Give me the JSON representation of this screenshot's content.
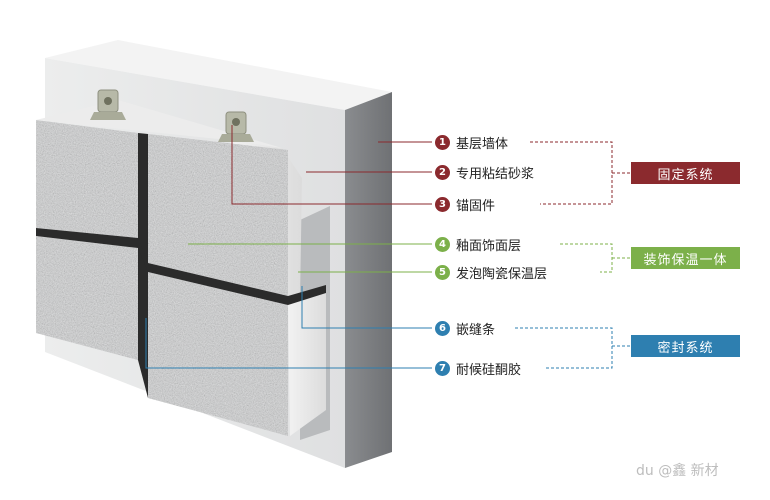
{
  "labels": [
    {
      "num": "1",
      "text": "基层墙体",
      "color": "#8b2a2e"
    },
    {
      "num": "2",
      "text": "专用粘结砂浆",
      "color": "#8b2a2e"
    },
    {
      "num": "3",
      "text": "锚固件",
      "color": "#8b2a2e"
    },
    {
      "num": "4",
      "text": "釉面饰面层",
      "color": "#7cb04a"
    },
    {
      "num": "5",
      "text": "发泡陶瓷保温层",
      "color": "#7cb04a"
    },
    {
      "num": "6",
      "text": "嵌缝条",
      "color": "#2e7fb0"
    },
    {
      "num": "7",
      "text": "耐候硅酮胶",
      "color": "#2e7fb0"
    }
  ],
  "groups": [
    {
      "text": "固定系统",
      "color": "#8b2a2e"
    },
    {
      "text": "装饰保温一体",
      "color": "#7cb04a"
    },
    {
      "text": "密封系统",
      "color": "#2e7fb0"
    }
  ],
  "watermark": "du @鑫  新材"
}
